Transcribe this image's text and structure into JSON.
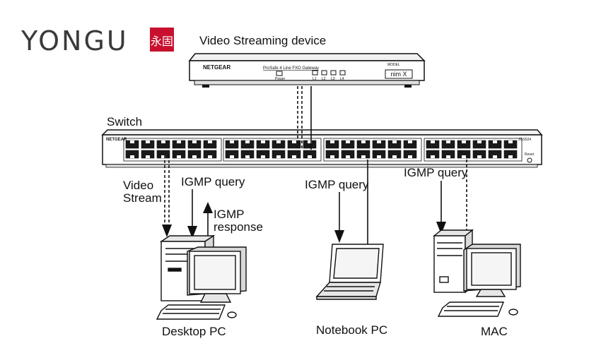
{
  "logo": {
    "brand": "YONGU",
    "mark_text": "永固",
    "mark_color": "#c8102e"
  },
  "gateway": {
    "title": "Video Streaming device",
    "brand": "NETGEAR",
    "model_text": "ProSafe 4 Line FXO Gateway",
    "model_label": "MODEL",
    "power_label": "Power",
    "port_labels": [
      "L1",
      "L2",
      "L3",
      "L4"
    ],
    "logo_badge": "nim X"
  },
  "switch": {
    "title": "Switch",
    "brand": "NETGEAR",
    "model_label": "JGS524",
    "reset_label": "Reset"
  },
  "labels": {
    "video_stream": [
      "Video",
      "Stream"
    ],
    "igmp_query_desktop": "IGMP query",
    "igmp_response": [
      "IGMP",
      "response"
    ],
    "igmp_query_notebook": "IGMP query",
    "igmp_query_mac": "IGMP query"
  },
  "devices": {
    "desktop": "Desktop PC",
    "notebook": "Notebook PC",
    "mac": "MAC"
  },
  "colors": {
    "line": "#111111",
    "device_fill": "#ffffff",
    "device_shade": "#d9d9d9",
    "port_fill": "#1a1a1a"
  }
}
